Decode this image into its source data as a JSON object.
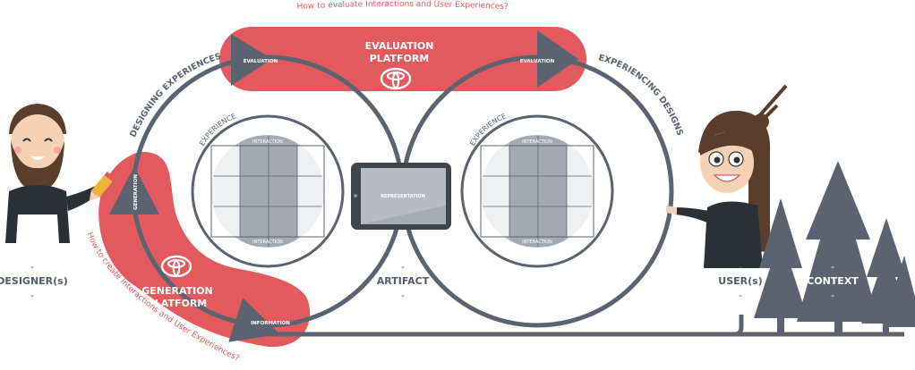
{
  "colors": {
    "red": "#e35a5e",
    "slate": "#5c6370",
    "gridFill": "#eef0f2",
    "gridDark": "#b9bcc2",
    "white": "#ffffff"
  },
  "top_question": "How to evaluate Interactions and User Experiences?",
  "bottom_question": "How to create Interactions and User Experiences?",
  "evaluation_platform": {
    "line1": "EVALUATION",
    "line2": "PLATFORM",
    "logo": "toyota-logo"
  },
  "generation_platform": {
    "line1": "GENERATION",
    "line2": "PLATFORM",
    "logo": "toyota-logo"
  },
  "arrows": {
    "evaluation_left": "EVALUATION",
    "evaluation_right": "EVALUATION",
    "generation": "GENERATION",
    "information": "INFORMATION"
  },
  "arc_labels": {
    "designing": "DESIGNING EXPERIENCES",
    "experiencing": "EXPERIENCING DESIGNS"
  },
  "left_circle": {
    "experience": "EXPERIENCE",
    "interaction_top": "INTERACTION",
    "interaction_bottom": "INTERACTION"
  },
  "right_circle": {
    "experience": "EXPERIENCE",
    "interaction_top": "INTERACTION",
    "interaction_bottom": "INTERACTION"
  },
  "tablet": {
    "label": "REPRESENTATION"
  },
  "bottom_labels": {
    "designer": "DESIGNER(s)",
    "artifact": "ARTIFACT",
    "user": "USER(s)",
    "context": "CONTEXT",
    "dash": "-"
  },
  "icons": {
    "designer": "designer-character",
    "user": "user-character",
    "trees": "tree-icon",
    "pencil": "pencil-icon"
  }
}
